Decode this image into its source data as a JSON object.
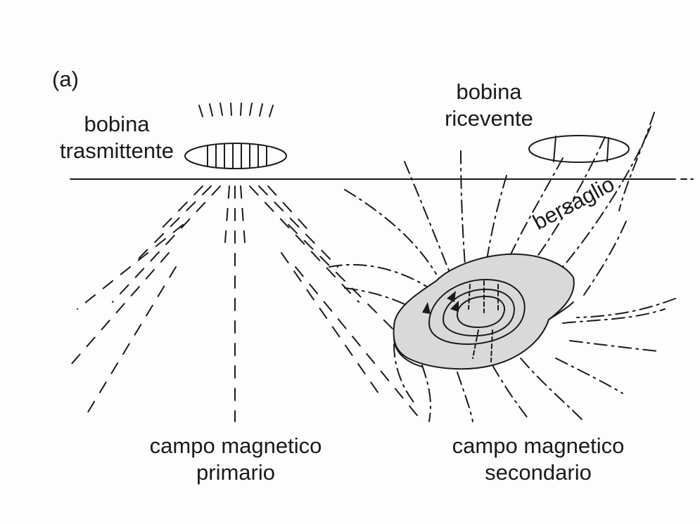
{
  "panel_label": "(a)",
  "labels": {
    "transmitter_line1": "bobina",
    "transmitter_line2": "trasmittente",
    "receiver_line1": "bobina",
    "receiver_line2": "ricevente",
    "target": "bersaglio",
    "primary_line1": "campo magnetico",
    "primary_line2": "primario",
    "secondary_line1": "campo magnetico",
    "secondary_line2": "secondario"
  },
  "colors": {
    "ink": "#1a1a1a",
    "target_fill": "#d9d9d9",
    "background": "#fdfdfd"
  }
}
